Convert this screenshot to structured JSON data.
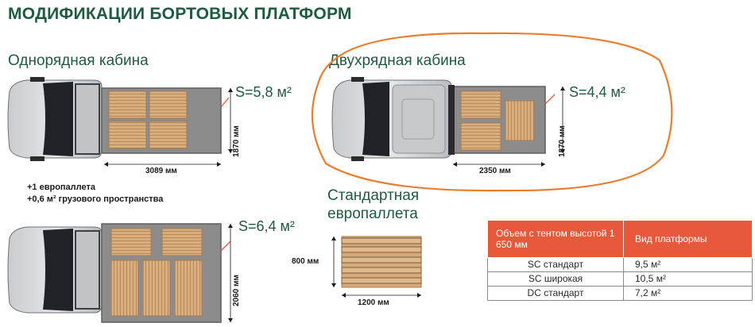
{
  "title": "МОДИФИКАЦИИ БОРТОВЫХ ПЛАТФОРМ",
  "single_cab": {
    "heading": "Однорядная кабина",
    "area": "S=5,8 м²",
    "length": "3089 мм",
    "width": "1870 мм"
  },
  "double_cab": {
    "heading": "Двухрядная кабина",
    "area": "S=4,4 м²",
    "length": "2350 мм",
    "width": "1870 мм"
  },
  "note": {
    "line1": "+1 европаллета",
    "line2": "+0,6 м² грузового пространства"
  },
  "wide_cab": {
    "area": "S=6,4 м²",
    "width": "2060 мм"
  },
  "pallet": {
    "heading_line1": "Стандартная",
    "heading_line2": "европаллета",
    "height": "800 мм",
    "width": "1200 мм"
  },
  "table": {
    "headers": [
      "Объем с тентом высотой 1 650 мм",
      "Вид платформы"
    ],
    "rows": [
      [
        "SC стандарт",
        "9,5 м²"
      ],
      [
        "SC широкая",
        "10,5 м²"
      ],
      [
        "DC стандарт",
        "7,2 м²"
      ]
    ]
  },
  "colors": {
    "accent_green": "#1f5b3f",
    "table_header": "#e8583a",
    "highlight_ellipse": "#ea7d2e",
    "platform": "#8a8a8a",
    "pallet_wood": "#d6ab7c"
  }
}
